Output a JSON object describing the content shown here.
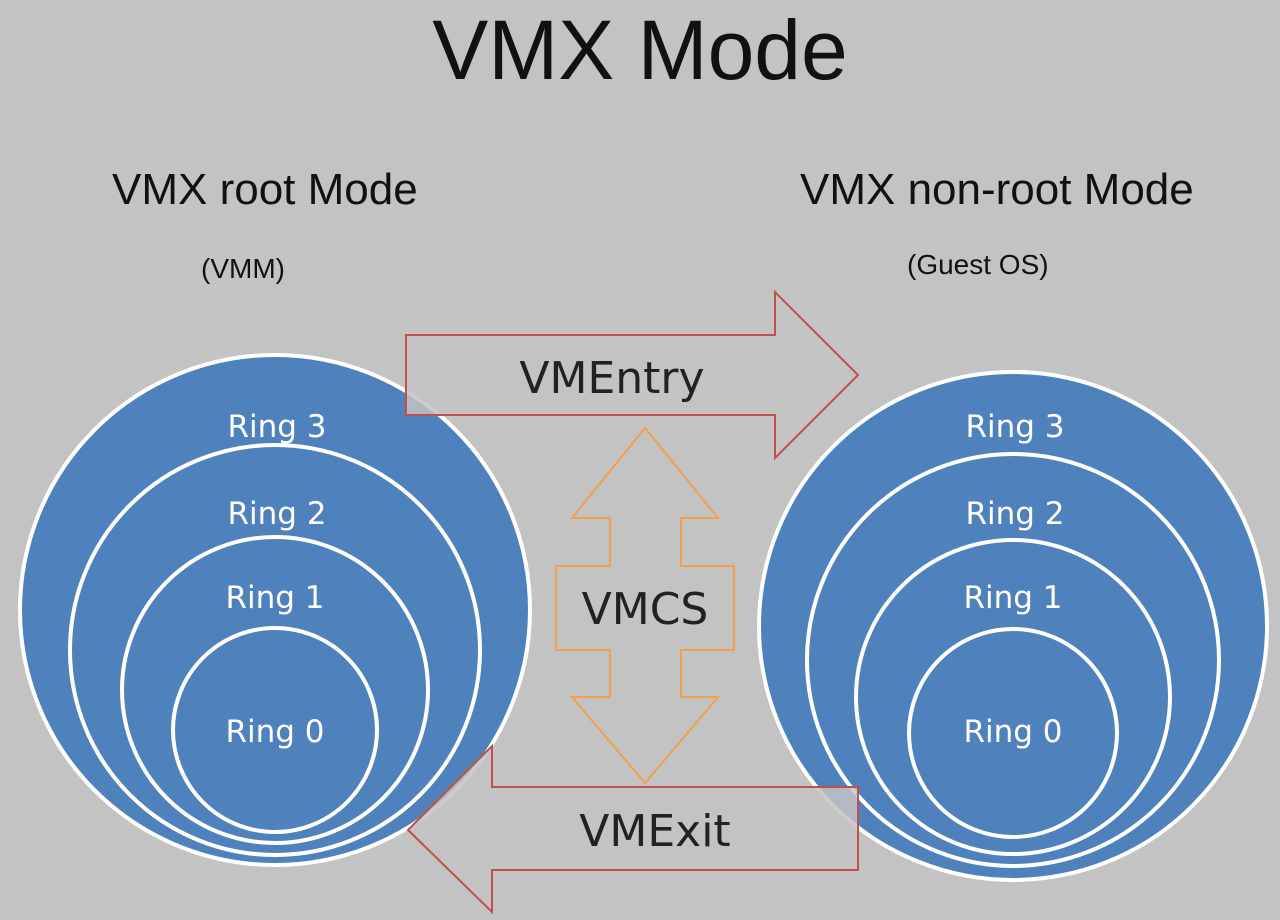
{
  "title": "VMX Mode",
  "root_mode": {
    "title": "VMX root Mode",
    "subtitle": "(VMM)",
    "rings": [
      "Ring 3",
      "Ring 2",
      "Ring 1",
      "Ring 0"
    ]
  },
  "nonroot_mode": {
    "title": "VMX non-root Mode",
    "subtitle": "(Guest OS)",
    "rings": [
      "Ring 3",
      "Ring 2",
      "Ring 1",
      "Ring 0"
    ]
  },
  "arrows": {
    "entry": "VMEntry",
    "exit": "VMExit",
    "vmcs": "VMCS"
  },
  "colors": {
    "background": "#c3c3c3",
    "ring_fill": "#4f81bd",
    "ring_stroke": "#ffffff",
    "transition_arrow_stroke": "#c0504d",
    "vmcs_arrow_stroke": "#f0a050",
    "arrow_fill": "#c3c3c3"
  }
}
